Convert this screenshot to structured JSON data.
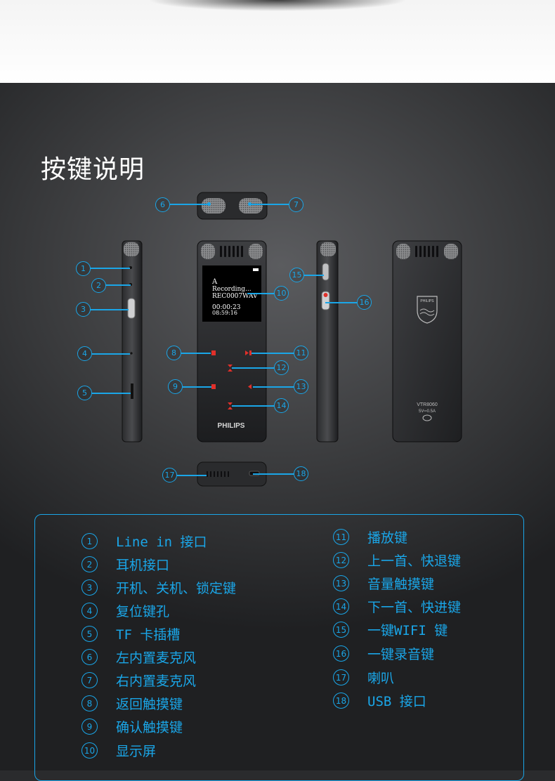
{
  "title": "按键说明",
  "device": {
    "screen": {
      "mode": "A",
      "status": "Recording...",
      "file": "REC0007WAV",
      "elapsed": "00:00:23",
      "total": "08:59:16"
    },
    "front_logo": "PHILIPS",
    "back_logo": "PHILIPS",
    "model": "VTR8060",
    "rating": "5V═0.5A"
  },
  "callouts": [
    "1",
    "2",
    "3",
    "4",
    "5",
    "6",
    "7",
    "8",
    "9",
    "10",
    "11",
    "12",
    "13",
    "14",
    "15",
    "16",
    "17",
    "18"
  ],
  "legend": [
    {
      "num": "1",
      "text": "Line in 接口"
    },
    {
      "num": "2",
      "text": "耳机接口"
    },
    {
      "num": "3",
      "text": "开机、关机、锁定键"
    },
    {
      "num": "4",
      "text": "复位键孔"
    },
    {
      "num": "5",
      "text": "TF 卡插槽"
    },
    {
      "num": "6",
      "text": "左内置麦克风"
    },
    {
      "num": "7",
      "text": "右内置麦克风"
    },
    {
      "num": "8",
      "text": "返回触摸键"
    },
    {
      "num": "9",
      "text": "确认触摸键"
    },
    {
      "num": "10",
      "text": "显示屏"
    },
    {
      "num": "11",
      "text": "播放键"
    },
    {
      "num": "12",
      "text": "上一首、快退键"
    },
    {
      "num": "13",
      "text": "音量触摸键"
    },
    {
      "num": "14",
      "text": "下一首、快进键"
    },
    {
      "num": "15",
      "text": "一键WIFI 键"
    },
    {
      "num": "16",
      "text": "一键录音键"
    },
    {
      "num": "17",
      "text": "喇叭"
    },
    {
      "num": "18",
      "text": "USB 接口"
    }
  ],
  "colors": {
    "accent": "#1aa6e8",
    "touch_key": "#e0302a",
    "background": "#3a3b3d"
  }
}
